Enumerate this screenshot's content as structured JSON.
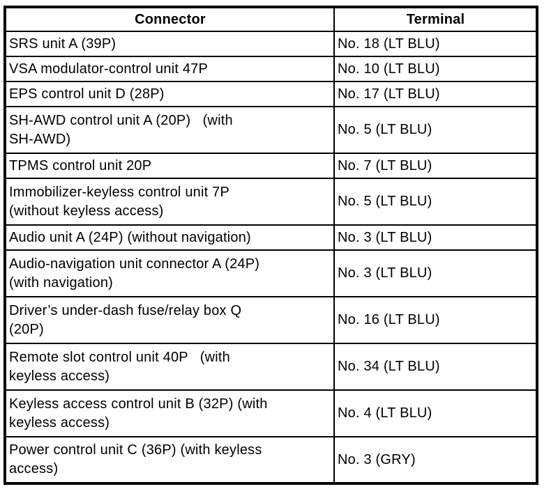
{
  "table": {
    "title": "connector-terminal-table",
    "colors": {
      "border": "#000000",
      "text": "#000000",
      "background": "#ffffff"
    },
    "headers": {
      "connector": "Connector",
      "terminal": "Terminal"
    },
    "rows": [
      {
        "connector": "SRS unit A (39P)",
        "terminal": "No. 18 (LT BLU)"
      },
      {
        "connector": "VSA modulator-control unit 47P",
        "terminal": "No. 10 (LT BLU)"
      },
      {
        "connector": "EPS control unit D (28P)",
        "terminal": "No. 17 (LT BLU)"
      },
      {
        "connector": "SH-AWD control unit A (20P)   (with\nSH-AWD)",
        "terminal": "No. 5 (LT BLU)"
      },
      {
        "connector": "TPMS control unit 20P",
        "terminal": "No. 7 (LT BLU)"
      },
      {
        "connector": "Immobilizer-keyless control unit 7P\n(without keyless access)",
        "terminal": "No. 5 (LT BLU)"
      },
      {
        "connector": "Audio unit A (24P) (without navigation)",
        "terminal": "No. 3 (LT BLU)"
      },
      {
        "connector": "Audio-navigation unit connector A (24P)\n(with navigation)",
        "terminal": "No. 3 (LT BLU)"
      },
      {
        "connector": "Driver’s under-dash fuse/relay box Q\n(20P)",
        "terminal": "No. 16 (LT BLU)"
      },
      {
        "connector": "Remote slot control unit 40P   (with\nkeyless access)",
        "terminal": "No. 34 (LT BLU)"
      },
      {
        "connector": "Keyless access control unit B (32P) (with\nkeyless access)",
        "terminal": "No. 4 (LT BLU)"
      },
      {
        "connector": "Power control unit C (36P) (with keyless\naccess)",
        "terminal": "No. 3 (GRY)"
      }
    ]
  }
}
